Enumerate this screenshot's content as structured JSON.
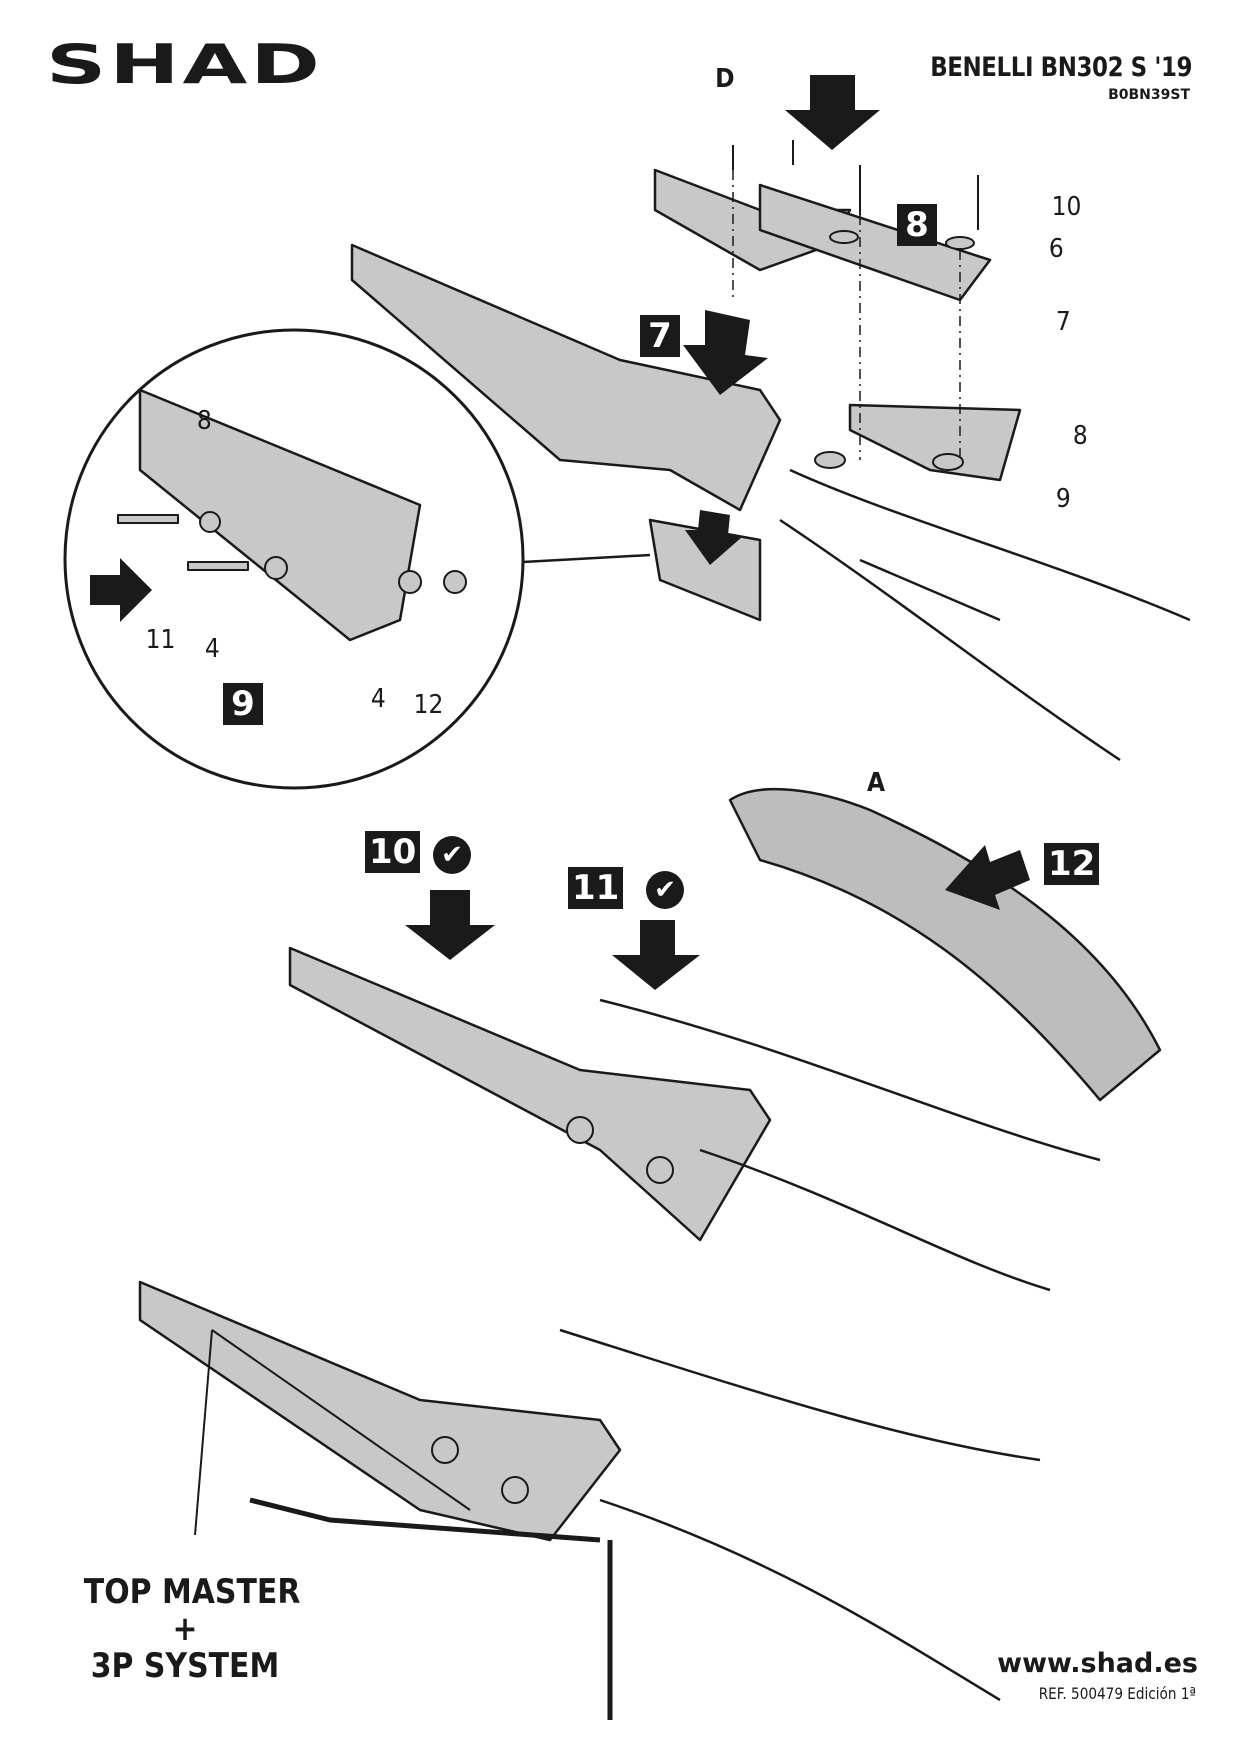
{
  "brand": {
    "logo": "SHAD"
  },
  "header": {
    "model": "BENELLI BN302 S '19",
    "code": "B0BN39ST"
  },
  "parts": {
    "d": "D",
    "p10": "10",
    "p6": "6",
    "p7": "7",
    "p8": "8",
    "p9": "9",
    "a": "A"
  },
  "detail": {
    "p8": "8",
    "p11": "11",
    "p4a": "4",
    "p4b": "4",
    "p12": "12"
  },
  "steps": {
    "s7": "7",
    "s8": "8",
    "s9": "9",
    "s10": "10",
    "s11": "11",
    "s12": "12"
  },
  "check_icon": "check-circle-icon",
  "kit": {
    "line1": "TOP MASTER",
    "plus": "+",
    "line2": "3P SYSTEM"
  },
  "footer": {
    "web": "www.shad.es",
    "ref": "REF. 500479 Edición 1ª"
  },
  "colors": {
    "ink": "#1a1a1a",
    "part_fill": "#c8c8c8",
    "seat_fill": "#bdbdbd"
  }
}
